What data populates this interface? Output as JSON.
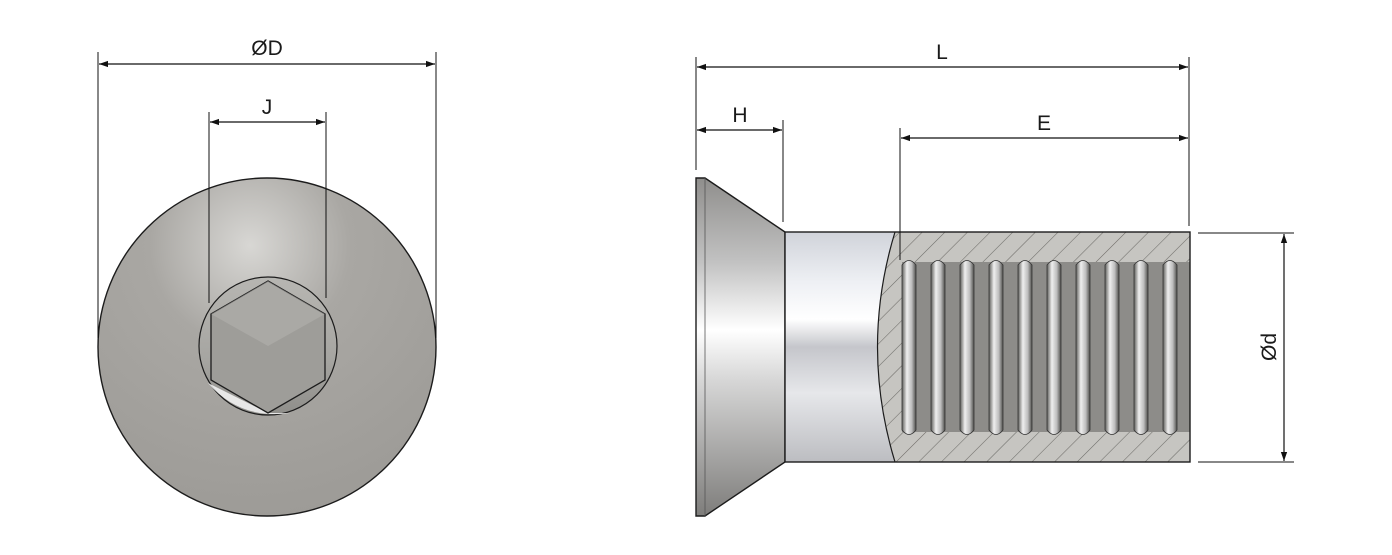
{
  "labels": {
    "head_diameter": "ØD",
    "hex_size": "J",
    "length": "L",
    "head_height": "H",
    "thread_length": "E",
    "body_diameter": "Ød"
  },
  "colors": {
    "head_face": "#a8a6a2",
    "steel_light": "#e9eaee",
    "steel_mid": "#c9cacf",
    "section_fill": "#c4c3bf",
    "hatch": "#6e6d69",
    "line": "#111111"
  }
}
